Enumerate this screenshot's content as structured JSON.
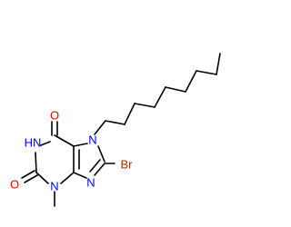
{
  "molecule": {
    "atoms": {
      "o6": "O",
      "hn1": "HN",
      "n7": "N",
      "br": "Br",
      "o2": "O",
      "n3": "N",
      "n9": "N"
    },
    "colors": {
      "O": "#ff0000",
      "N": "#0000ff",
      "Br": "#993300",
      "bond": "#000000"
    }
  }
}
